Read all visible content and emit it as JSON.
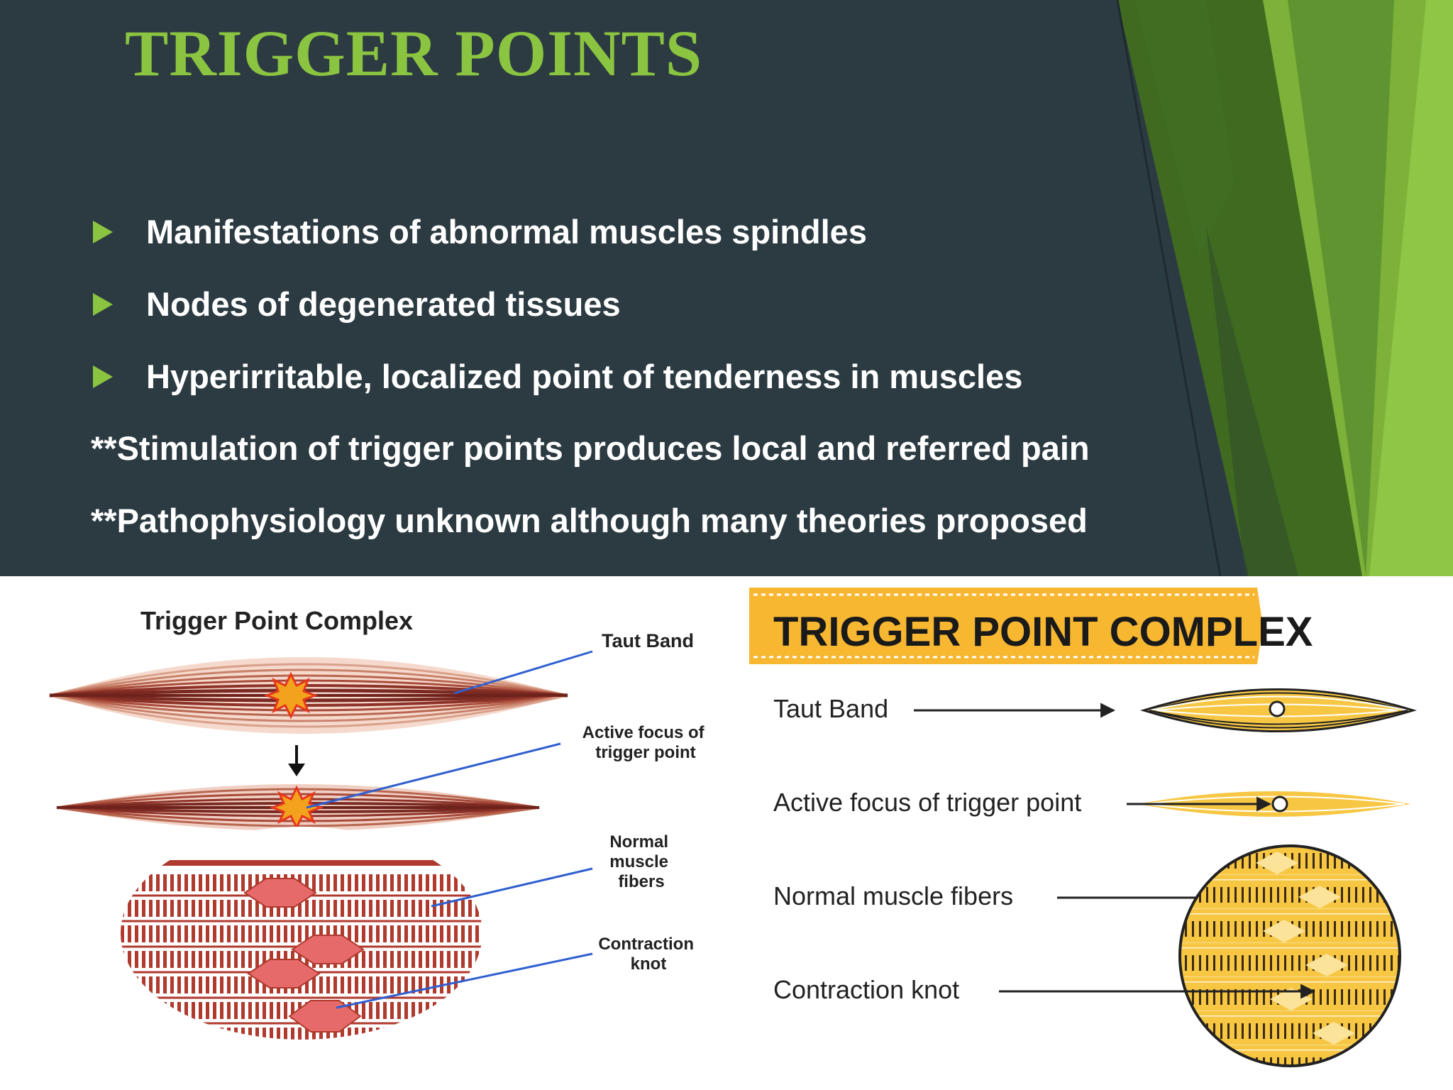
{
  "slide": {
    "title": "TRIGGER POINTS",
    "bullets": [
      "Manifestations of abnormal muscles spindles",
      "Nodes of degenerated tissues",
      "Hyperirritable, localized point of tenderness in muscles"
    ],
    "notes": [
      "**Stimulation of trigger points produces local and referred pain",
      "**Pathophysiology unknown although many theories proposed"
    ]
  },
  "left_diagram": {
    "title": "Trigger Point Complex",
    "labels": {
      "taut_band": "Taut Band",
      "active_focus": [
        "Active focus of",
        "trigger point"
      ],
      "normal_fibers": [
        "Normal",
        "muscle",
        "fibers"
      ],
      "contraction_knot": [
        "Contraction",
        "knot"
      ]
    }
  },
  "right_diagram": {
    "banner": "TRIGGER POINT COMPLEX",
    "labels": {
      "taut_band": "Taut Band",
      "active_focus": "Active focus of trigger point",
      "normal_fibers": "Normal muscle fibers",
      "contraction_knot": "Contraction knot"
    }
  },
  "colors": {
    "background": "#2c3b42",
    "accent_green": "#8bc440",
    "muscle_red": "#b03a2e",
    "banner_yellow": "#f7b731"
  }
}
